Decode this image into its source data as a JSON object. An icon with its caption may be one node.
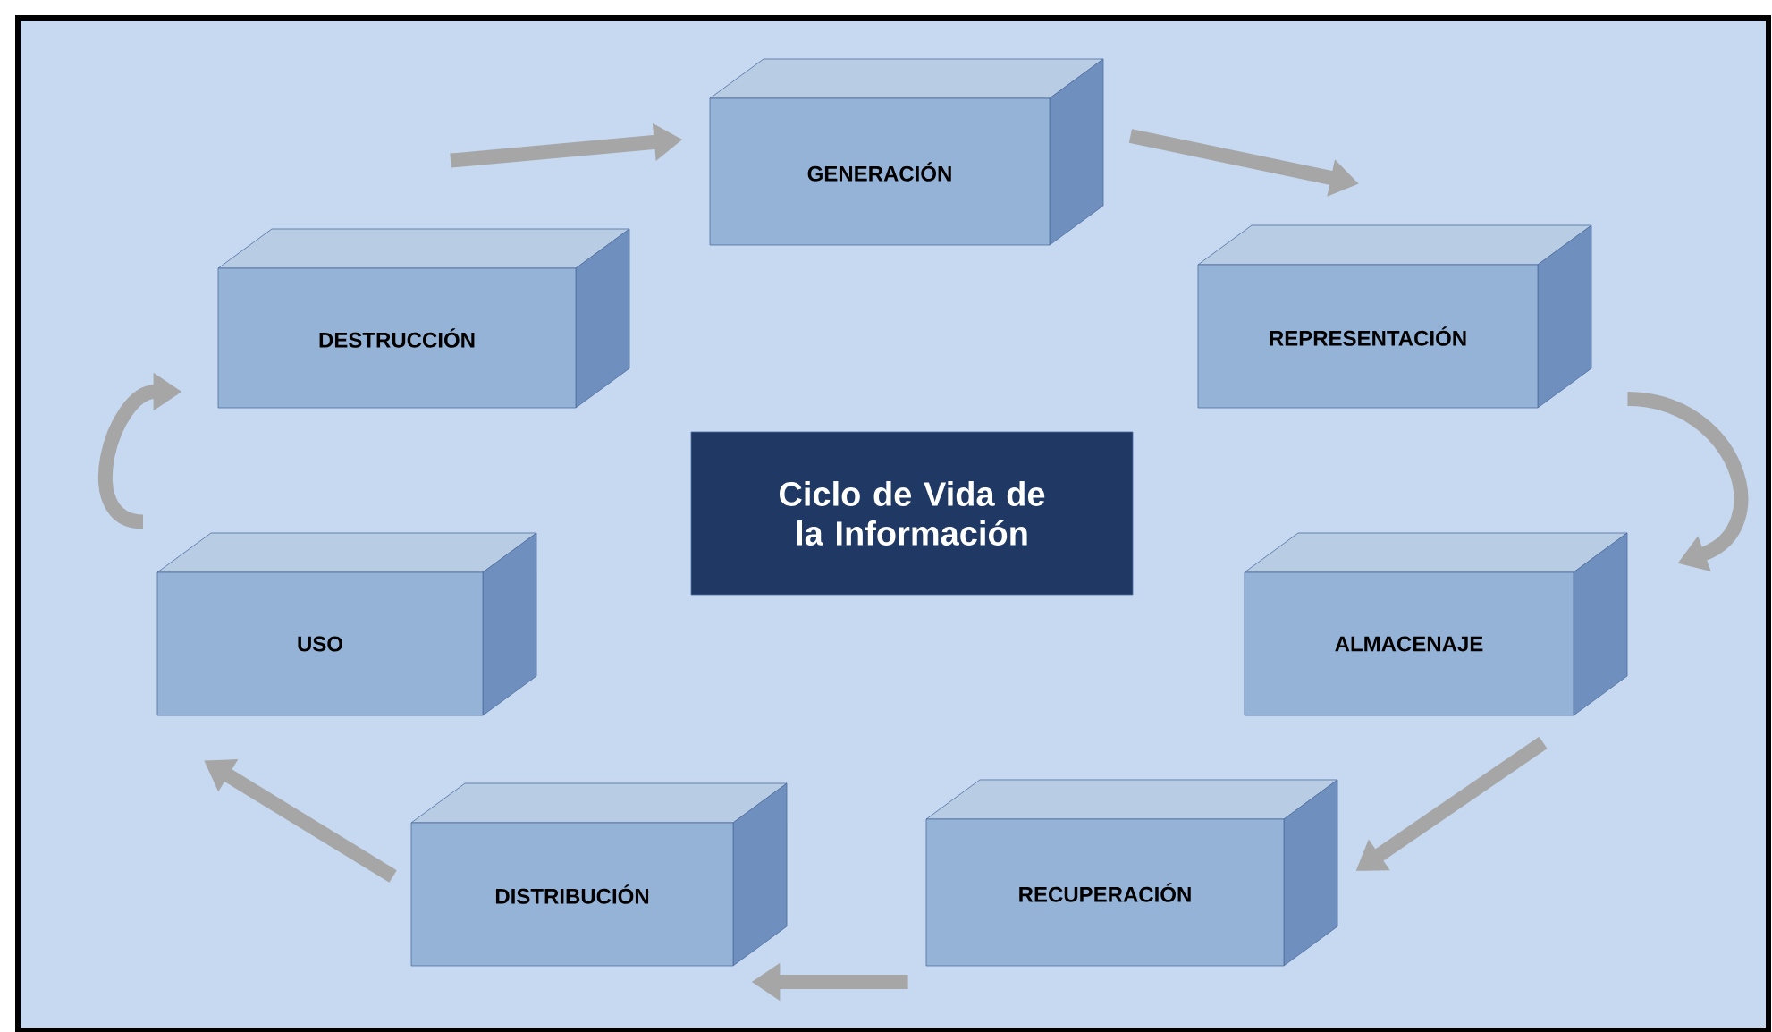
{
  "diagram": {
    "nodes": [
      {
        "text": [
          "GENERACIÓN"
        ]
      },
      {
        "text": [
          "REPRESENTACIÓN"
        ]
      },
      {
        "text": [
          "ALMACENAJE"
        ]
      },
      {
        "text": [
          "RECUPERACIÓN"
        ]
      },
      {
        "text": [
          "DISTRIBUCIÓN"
        ]
      },
      {
        "text": [
          "USO"
        ]
      },
      {
        "text": [
          "DESTRUCCIÓN"
        ]
      },
      {
        "text": [
          "Ciclo de Vida de la Información"
        ]
      }
    ],
    "edges": [
      {
        "from": 0,
        "to": 1,
        "arrow": "to"
      },
      {
        "from": 1,
        "to": 2,
        "arrow": "to"
      },
      {
        "from": 2,
        "to": 3,
        "arrow": "to"
      },
      {
        "from": 3,
        "to": 4,
        "arrow": "to"
      },
      {
        "from": 4,
        "to": 5,
        "arrow": "to"
      },
      {
        "from": 5,
        "to": 6,
        "arrow": "to"
      },
      {
        "from": 6,
        "to": 0,
        "arrow": "to"
      }
    ]
  }
}
